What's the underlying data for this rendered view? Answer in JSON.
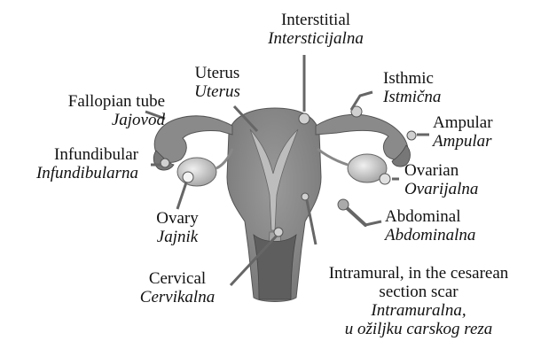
{
  "labels": {
    "interstitial": {
      "en": "Interstitial",
      "hr": "Intersticijalna"
    },
    "uterus": {
      "en": "Uterus",
      "hr": "Uterus"
    },
    "isthmic": {
      "en": "Isthmic",
      "hr": "Istmična"
    },
    "fallopian_tube": {
      "en": "Fallopian tube",
      "hr": "Jajovod"
    },
    "ampular": {
      "en": "Ampular",
      "hr": "Ampular"
    },
    "infundibular": {
      "en": "Infundibular",
      "hr": "Infundibularna"
    },
    "ovarian": {
      "en": "Ovarian",
      "hr": "Ovarijalna"
    },
    "abdominal": {
      "en": "Abdominal",
      "hr": "Abdominalna"
    },
    "ovary": {
      "en": "Ovary",
      "hr": "Jajnik"
    },
    "cervical": {
      "en": "Cervical",
      "hr": "Cervikalna"
    },
    "intramural": {
      "en_line1": "Intramural, in the cesarean",
      "en_line2": "section scar",
      "hr_line1": "Intramuralna,",
      "hr_line2": "u ožiljku carskog reza"
    }
  },
  "colors": {
    "tissue_dark": "#6f6f6f",
    "tissue_mid": "#8e8e8e",
    "tissue_light": "#b4b4b4",
    "tissue_pale": "#d8d8d8",
    "leader": "#666666"
  }
}
